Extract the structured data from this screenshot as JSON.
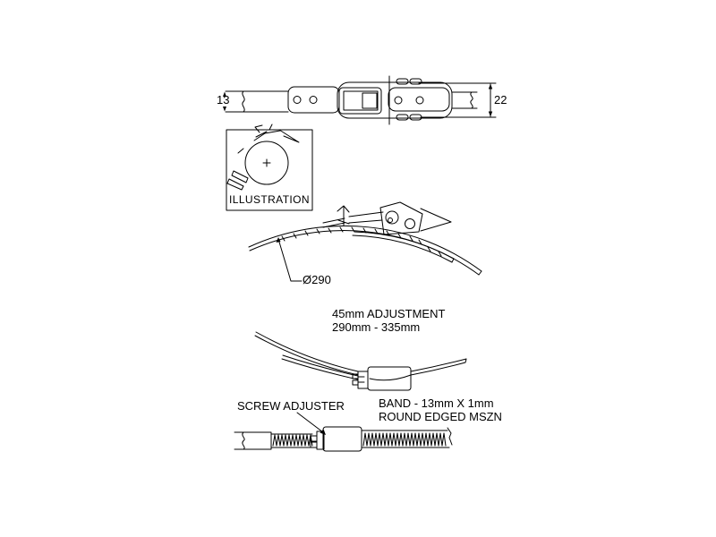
{
  "colors": {
    "line": "#000000",
    "background": "#ffffff"
  },
  "top_view": {
    "band_width_dim": "13",
    "assembly_height_dim": "22"
  },
  "illustration": {
    "caption": "ILLUSTRATION"
  },
  "side_view": {
    "diameter_label": "Ø290"
  },
  "adjustment_note": {
    "line1": "45mm ADJUSTMENT",
    "line2": "290mm - 335mm"
  },
  "bottom_view": {
    "screw_adjuster_label": "SCREW ADJUSTER",
    "band_spec_line1": "BAND - 13mm X 1mm",
    "band_spec_line2": "ROUND EDGED MSZN"
  }
}
